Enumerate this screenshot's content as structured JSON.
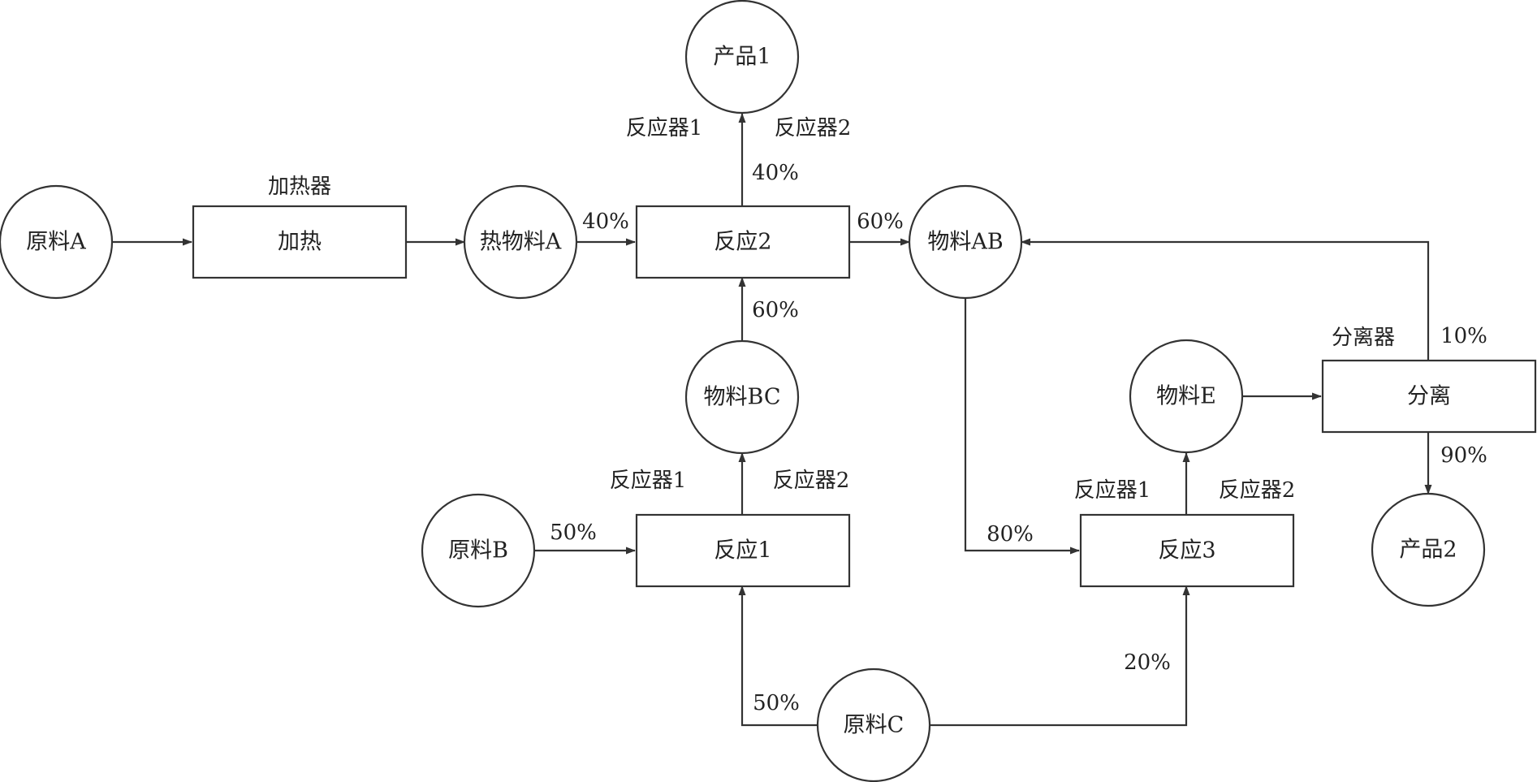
{
  "colors": {
    "stroke": "#333333",
    "text": "#222222",
    "background": "#ffffff"
  },
  "nodes": {
    "raw_a": "原料A",
    "heat": "加热",
    "hot_a": "热物料A",
    "react2": "反应2",
    "mat_ab": "物料AB",
    "prod1": "产品1",
    "mat_bc": "物料BC",
    "raw_b": "原料B",
    "react1": "反应1",
    "raw_c": "原料C",
    "react3": "反应3",
    "mat_e": "物料E",
    "separate": "分离",
    "prod2": "产品2"
  },
  "labels": {
    "heater": "加热器",
    "separator": "分离器",
    "r2_reactor1": "反应器1",
    "r2_reactor2": "反应器2",
    "r1_reactor1": "反应器1",
    "r1_reactor2": "反应器2",
    "r3_reactor1": "反应器1",
    "r3_reactor2": "反应器2"
  },
  "flows": {
    "hot_a_to_react2": "40%",
    "react2_to_prod1": "40%",
    "react2_to_mat_ab": "60%",
    "mat_bc_to_react2": "60%",
    "raw_b_to_react1": "50%",
    "raw_c_to_react1": "50%",
    "raw_c_to_react3": "20%",
    "mat_ab_to_react3": "80%",
    "separate_to_mat_ab": "10%",
    "separate_to_prod2": "90%"
  }
}
